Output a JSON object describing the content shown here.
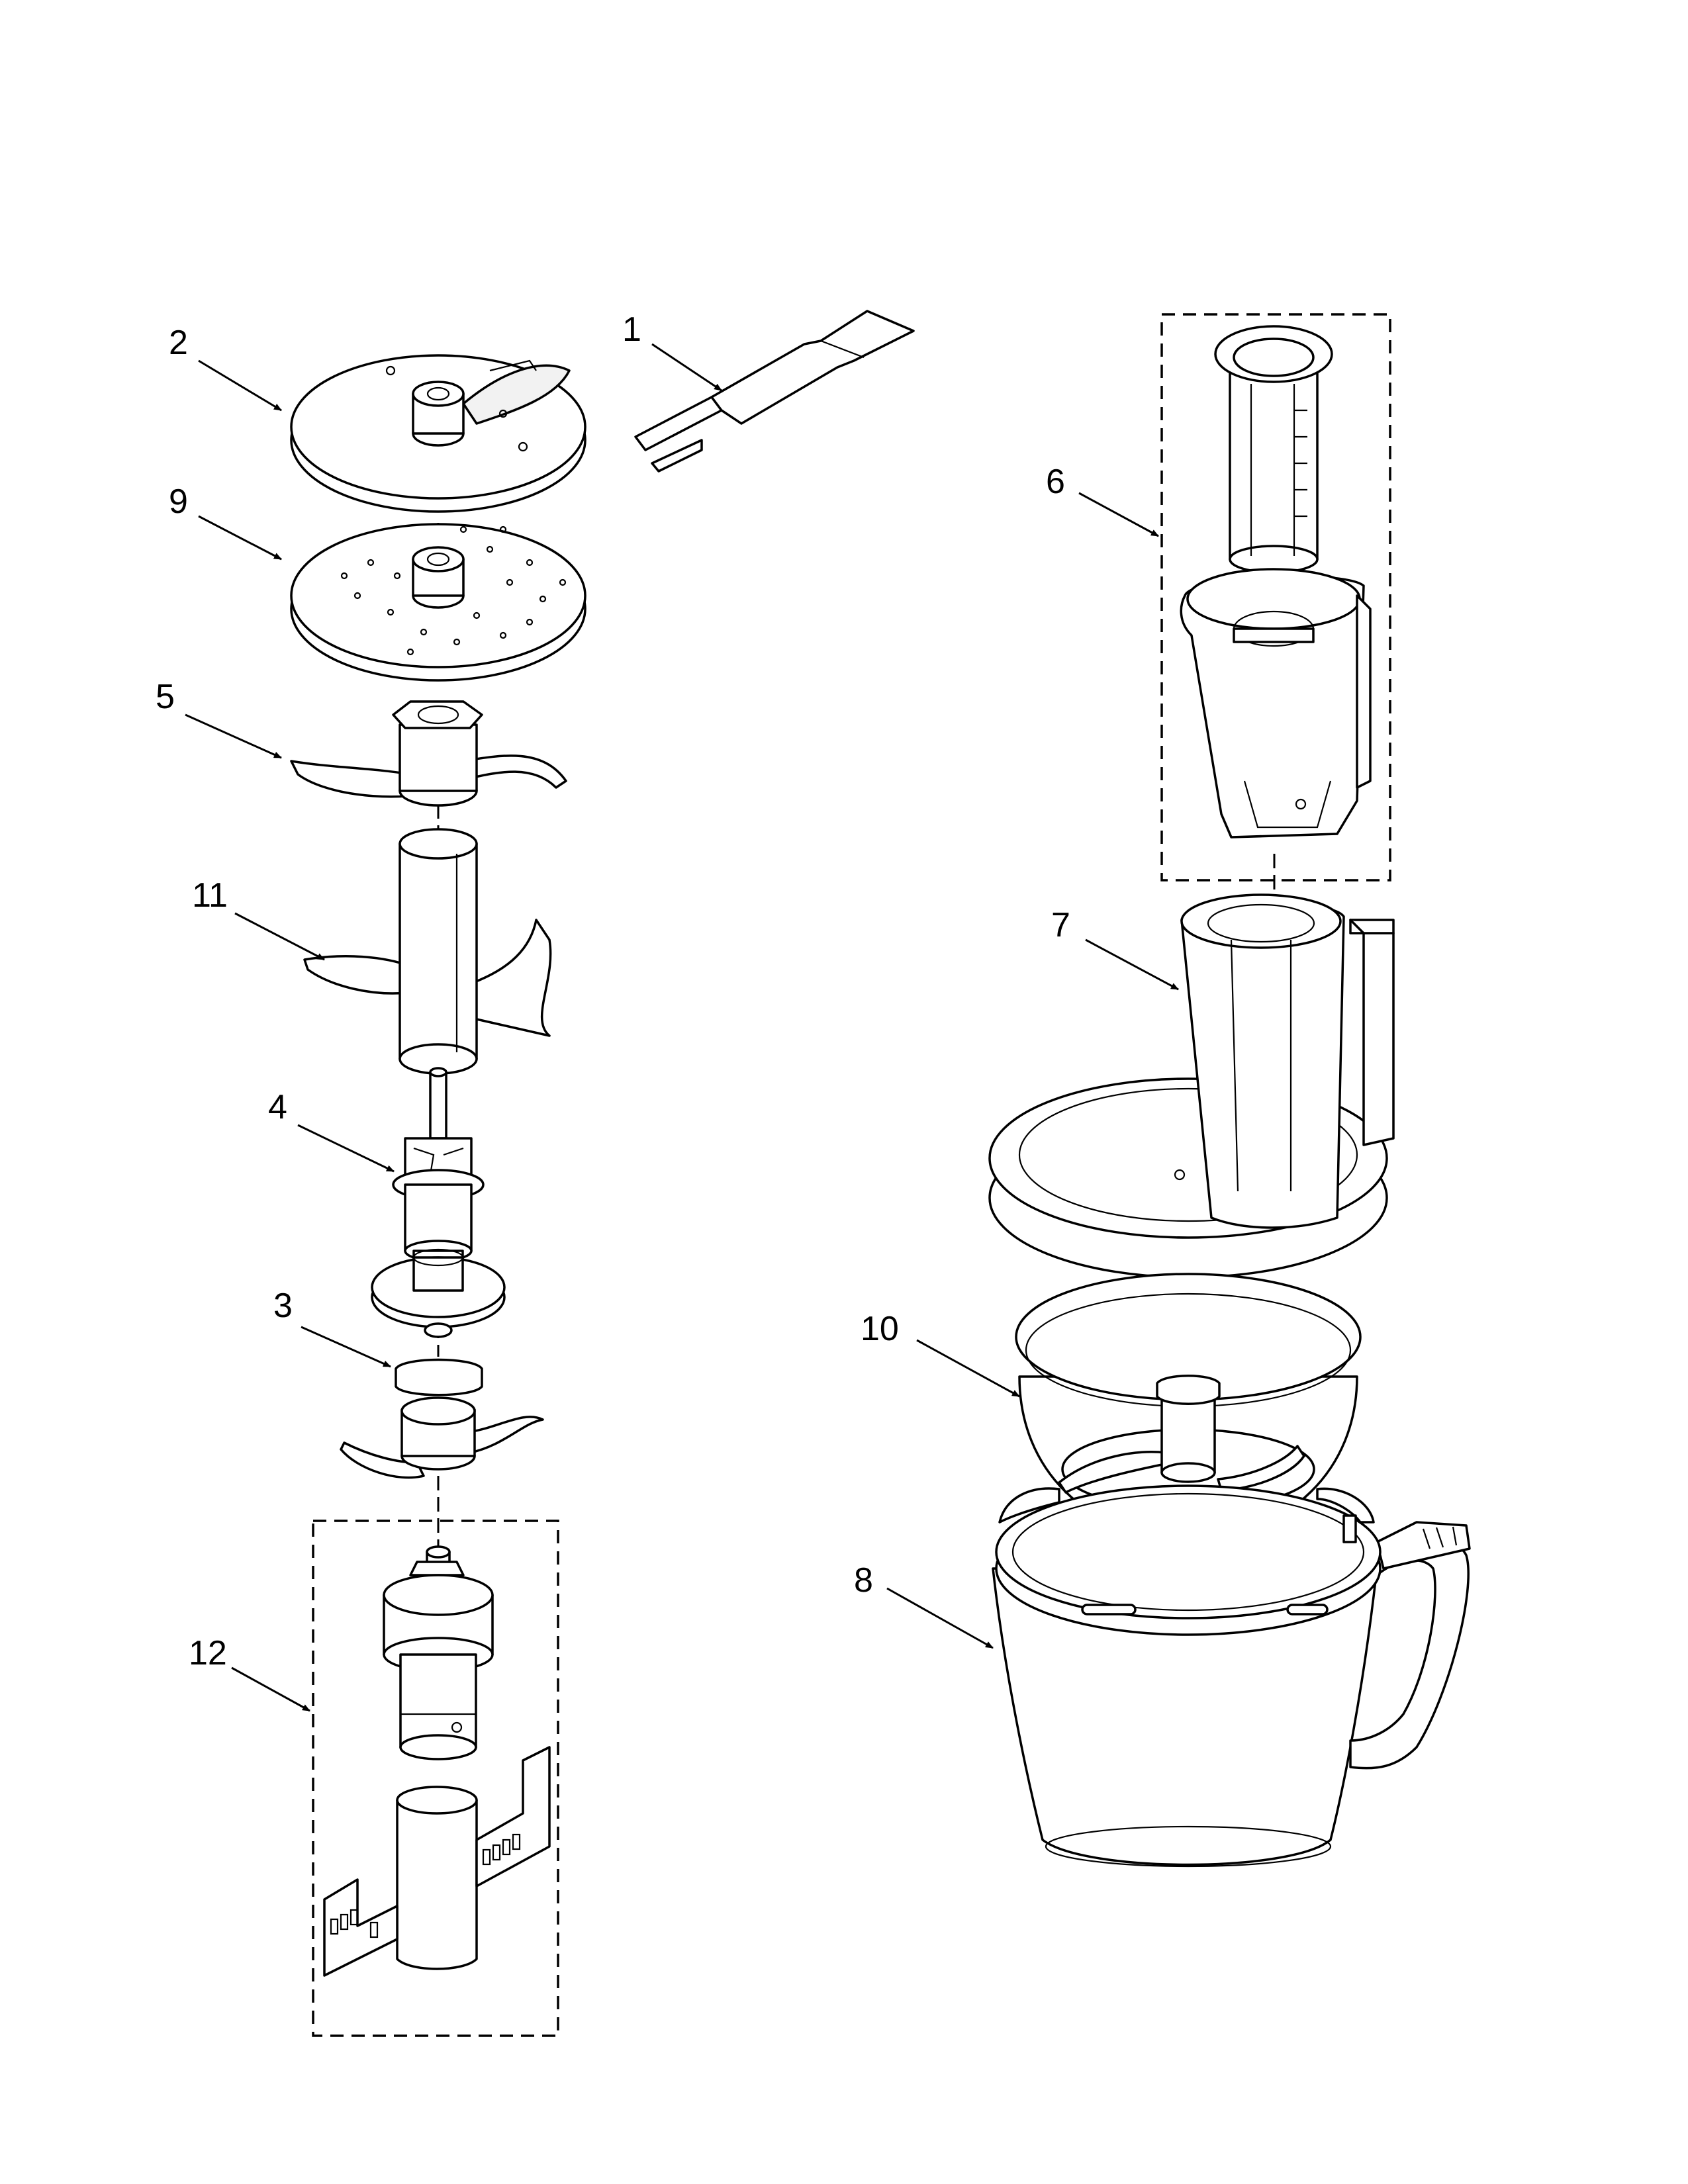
{
  "diagram": {
    "callouts": [
      {
        "id": "1",
        "label": "1"
      },
      {
        "id": "2",
        "label": "2"
      },
      {
        "id": "3",
        "label": "3"
      },
      {
        "id": "4",
        "label": "4"
      },
      {
        "id": "5",
        "label": "5"
      },
      {
        "id": "6",
        "label": "6"
      },
      {
        "id": "7",
        "label": "7"
      },
      {
        "id": "8",
        "label": "8"
      },
      {
        "id": "9",
        "label": "9"
      },
      {
        "id": "10",
        "label": "10"
      },
      {
        "id": "11",
        "label": "11"
      },
      {
        "id": "12",
        "label": "12"
      }
    ],
    "parts": [
      {
        "ref": "1",
        "icon": "spatula-icon"
      },
      {
        "ref": "2",
        "icon": "slicing-disc-icon"
      },
      {
        "ref": "3",
        "icon": "mini-blade-icon"
      },
      {
        "ref": "4",
        "icon": "disc-stem-icon"
      },
      {
        "ref": "5",
        "icon": "multipurpose-blade-icon"
      },
      {
        "ref": "6",
        "icon": "feed-tube-pusher-icon"
      },
      {
        "ref": "7",
        "icon": "work-bowl-cover-icon"
      },
      {
        "ref": "8",
        "icon": "work-bowl-icon"
      },
      {
        "ref": "9",
        "icon": "shredding-disc-icon"
      },
      {
        "ref": "10",
        "icon": "mini-bowl-icon"
      },
      {
        "ref": "11",
        "icon": "dough-blade-icon"
      },
      {
        "ref": "12",
        "icon": "whisk-assembly-icon"
      }
    ]
  }
}
